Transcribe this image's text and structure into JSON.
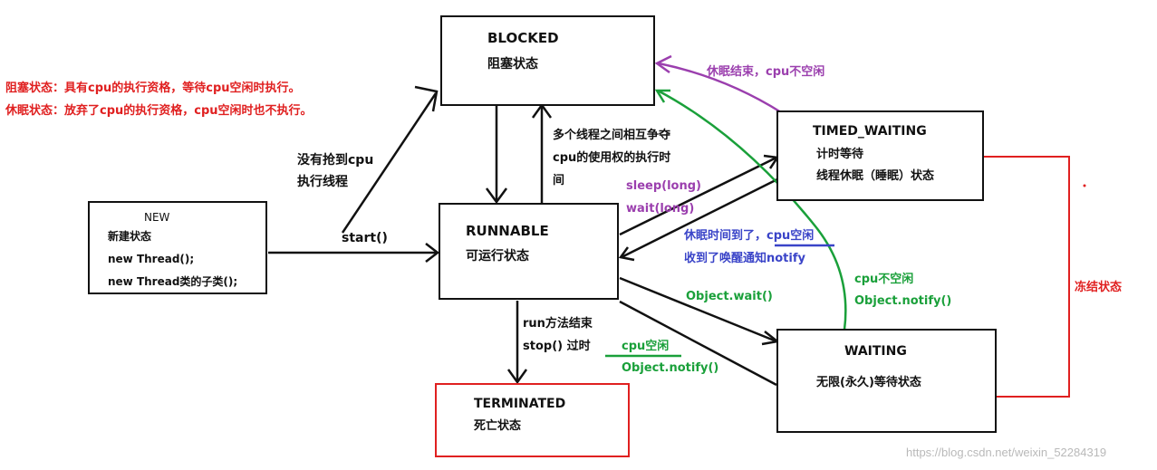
{
  "notes": {
    "blocked_note": "阻塞状态：具有cpu的执行资格，等待cpu空闲时执行。",
    "sleep_note": "休眠状态：放弃了cpu的执行资格，cpu空闲时也不执行。"
  },
  "states": {
    "blocked": {
      "title": "BLOCKED",
      "desc": "阻塞状态"
    },
    "new": {
      "title": "NEW",
      "line1": "新建状态",
      "line2": "new Thread();",
      "line3": "new Thread类的子类();"
    },
    "runnable": {
      "title": "RUNNABLE",
      "desc": "可运行状态"
    },
    "timed_waiting": {
      "title": "TIMED_WAITING",
      "line1": "计时等待",
      "line2": "线程休眠（睡眠）状态"
    },
    "waiting": {
      "title": "WAITING",
      "desc": "无限(永久)等待状态"
    },
    "terminated": {
      "title": "TERMINATED",
      "desc": "死亡状态"
    }
  },
  "labels": {
    "no_cpu_1": "没有抢到cpu",
    "no_cpu_2": "执行线程",
    "start": "start()",
    "compete_1": "多个线程之间相互争夺",
    "compete_2": "cpu的使用权的执行时",
    "compete_3": "间",
    "sleep_end": "休眠结束，cpu不空闲",
    "sleep_long": "sleep(long)",
    "wait_long": "wait(long)",
    "timeout_1": "休眠时间到了，cpu空闲",
    "timeout_2": "收到了唤醒通知notify",
    "cpu_busy": "cpu不空闲",
    "notify_busy": "Object.notify()",
    "object_wait": "Object.wait()",
    "run_end": "run方法结束",
    "stop": "stop() 过时",
    "cpu_free": "cpu空闲",
    "notify_free": "Object.notify()",
    "frozen": "冻结状态"
  },
  "watermark": "https://blog.csdn.net/weixin_52284319",
  "colors": {
    "black": "#111111",
    "red": "#e02020",
    "purple": "#9b3fae",
    "blue": "#3a44c8",
    "green": "#1aa03a"
  }
}
